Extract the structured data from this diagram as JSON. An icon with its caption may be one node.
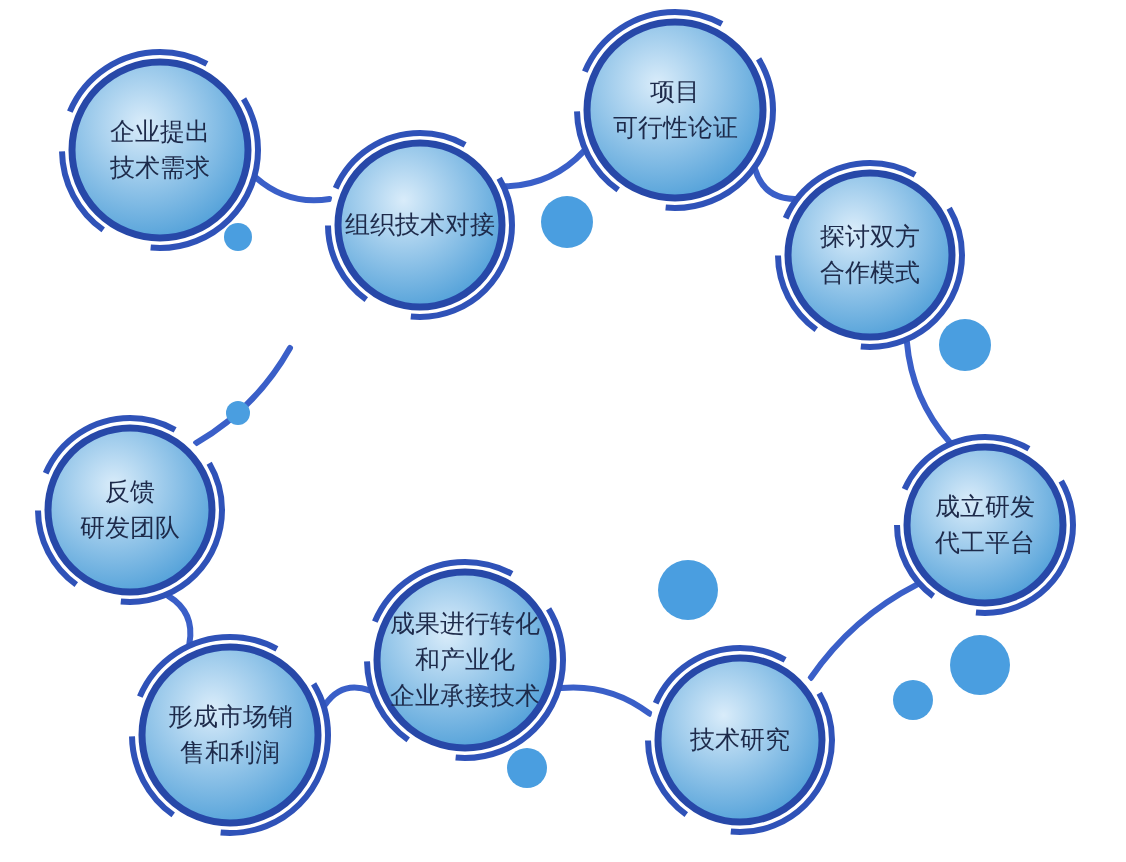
{
  "diagram": {
    "nodes": [
      {
        "text": [
          "企业提出技术需求"
        ]
      },
      {
        "text": [
          "组织技术对接"
        ]
      },
      {
        "text": [
          "项目",
          "可行性论证"
        ]
      },
      {
        "text": [
          "探讨双方合作模式"
        ]
      },
      {
        "text": [
          "成立研发代工平台"
        ]
      },
      {
        "text": [
          "技术研究"
        ]
      },
      {
        "text": [
          "成果进行转化和产业化",
          "企业承接技术"
        ]
      },
      {
        "text": [
          "形成市场销售和利润"
        ]
      },
      {
        "text": [
          "反馈",
          "研发团队"
        ]
      }
    ],
    "edges": [
      {
        "from": 0,
        "to": 1,
        "arrow": "none"
      },
      {
        "from": 1,
        "to": 2,
        "arrow": "none"
      },
      {
        "from": 2,
        "to": 3,
        "arrow": "none"
      },
      {
        "from": 3,
        "to": 4,
        "arrow": "none"
      },
      {
        "from": 4,
        "to": 5,
        "arrow": "none"
      },
      {
        "from": 5,
        "to": 6,
        "arrow": "none"
      },
      {
        "from": 6,
        "to": 7,
        "arrow": "none"
      },
      {
        "from": 7,
        "to": 8,
        "arrow": "none"
      },
      {
        "from": 8,
        "to": null,
        "arrow": "none"
      }
    ]
  }
}
